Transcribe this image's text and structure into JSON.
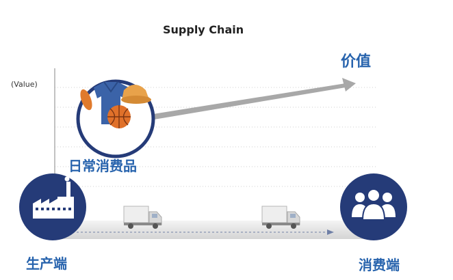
{
  "diagram": {
    "title": "Supply Chain",
    "axis_label": "(Value)",
    "value_label": "价值",
    "consumer_goods_label": "日常消费品",
    "producer_label": "生产端",
    "consumer_label": "消费端"
  },
  "icons": {
    "consumer_goods": "consumer-goods-icon",
    "factory": "factory-icon",
    "people": "people-icon",
    "truck": "truck-icon"
  },
  "colors": {
    "brand_blue": "#2763ad",
    "circle_navy": "#253b78",
    "arrow_gray": "#a8a8a8",
    "road_gray": "#dedede"
  }
}
